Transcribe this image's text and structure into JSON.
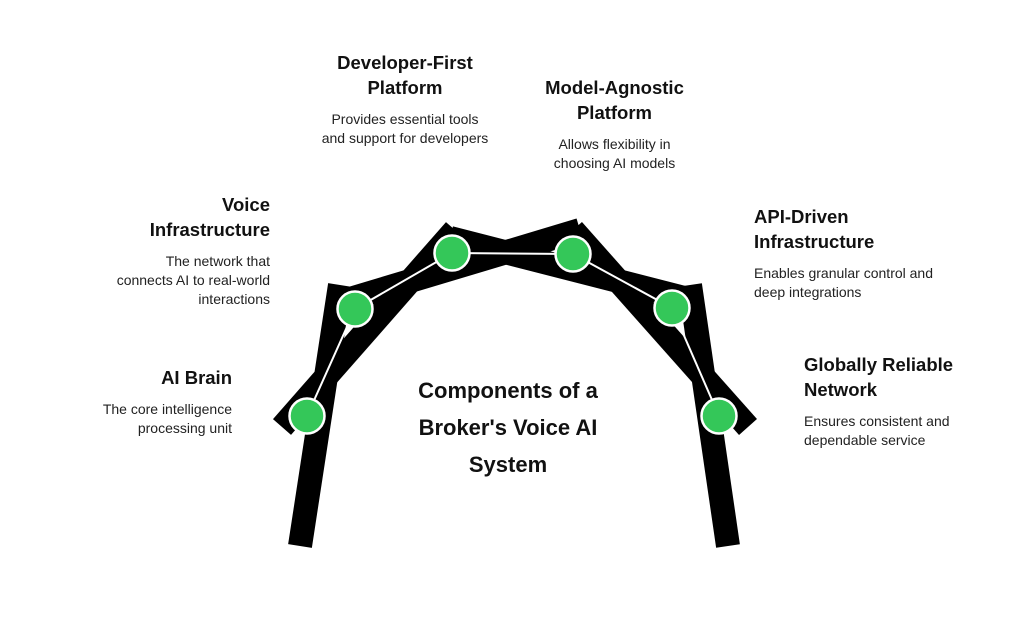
{
  "center_title": "Components of a Broker's Voice AI System",
  "accent_color": "#34C759",
  "components": [
    {
      "title": "AI Brain",
      "description": "The core intelligence processing unit"
    },
    {
      "title": "Voice Infrastructure",
      "description": "The network that connects AI to real-world interactions"
    },
    {
      "title": "Developer-First Platform",
      "description": "Provides essential tools and support for developers"
    },
    {
      "title": "Model-Agnostic Platform",
      "description": "Allows flexibility in choosing AI models"
    },
    {
      "title": "API-Driven Infrastructure",
      "description": "Enables granular control and deep integrations"
    },
    {
      "title": "Globally Reliable Network",
      "description": "Ensures consistent and dependable service"
    }
  ]
}
